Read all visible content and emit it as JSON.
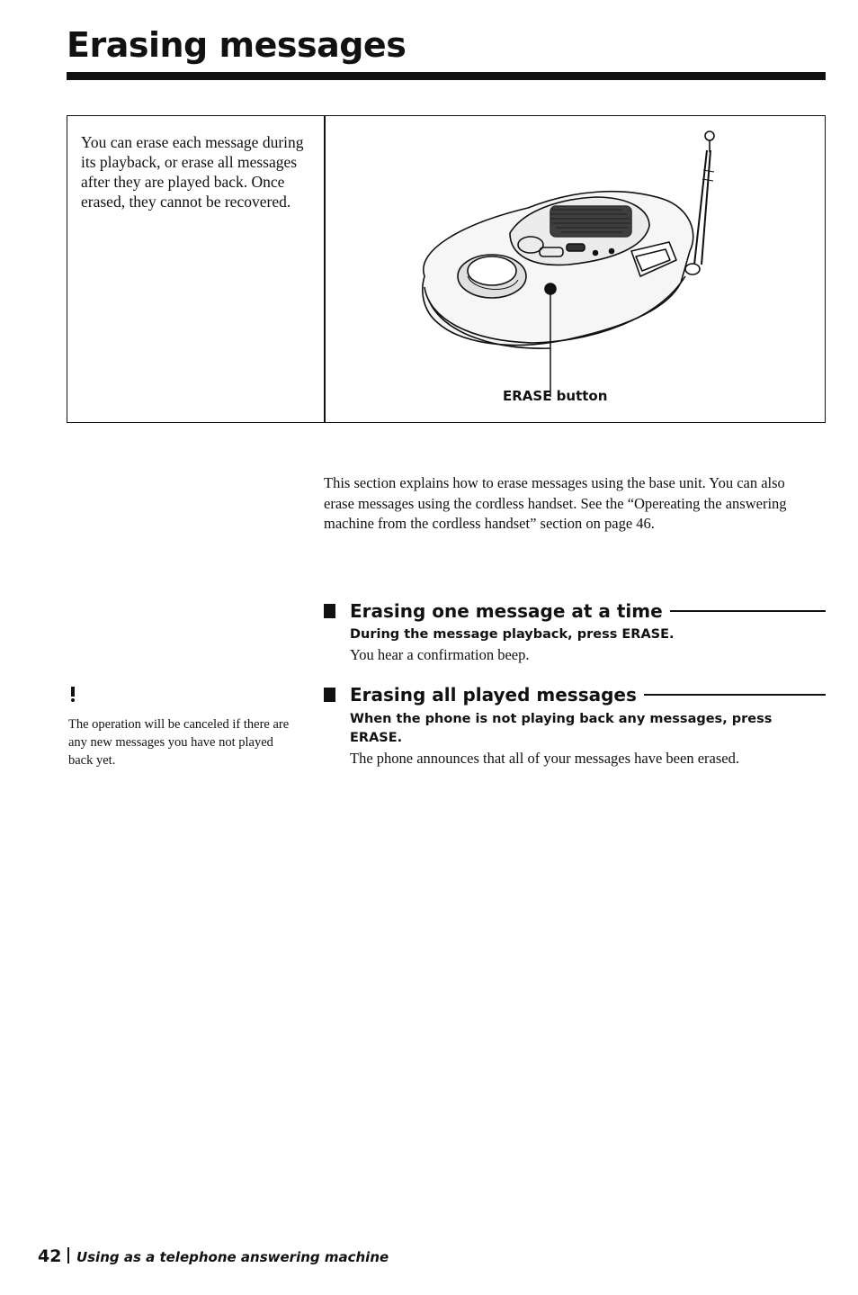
{
  "title": "Erasing messages",
  "intro": "You can erase each message during its playback, or erase all messages after they are played back. Once erased, they cannot be recovered.",
  "figure_label": "ERASE button",
  "body_paragraph": "This section explains how to erase messages using the base unit. You can also erase messages using the cordless handset. See the “Opereating the answering machine from the cordless handset” section on page 46.",
  "section1": {
    "heading": "Erasing one message at a time",
    "step": "During the message playback, press ERASE.",
    "result": "You hear a confirmation beep."
  },
  "section2": {
    "heading": "Erasing all played messages",
    "step": "When the phone is not playing back any messages, press ERASE.",
    "result": "The phone announces that all of your messages have been erased."
  },
  "note": "The operation will be canceled if there are any new messages you have not played back yet.",
  "footer": {
    "page_number": "42",
    "section": "Using as a telephone answering machine"
  }
}
